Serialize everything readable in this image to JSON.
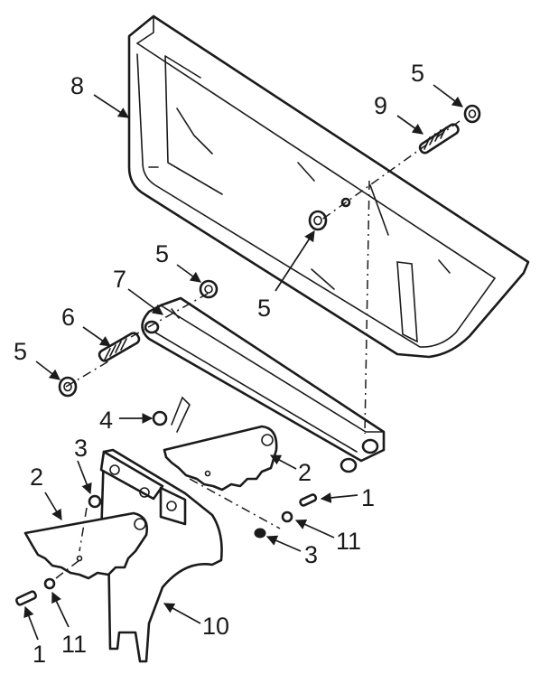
{
  "labels": {
    "n1": "1",
    "n2": "2",
    "n3": "3",
    "n4": "4",
    "n5": "5",
    "n6": "6",
    "n7": "7",
    "n8": "8",
    "n9": "9",
    "n10": "10",
    "n11": "11"
  },
  "colors": {
    "ink": "#1b1b1b",
    "paper": "#ffffff"
  }
}
